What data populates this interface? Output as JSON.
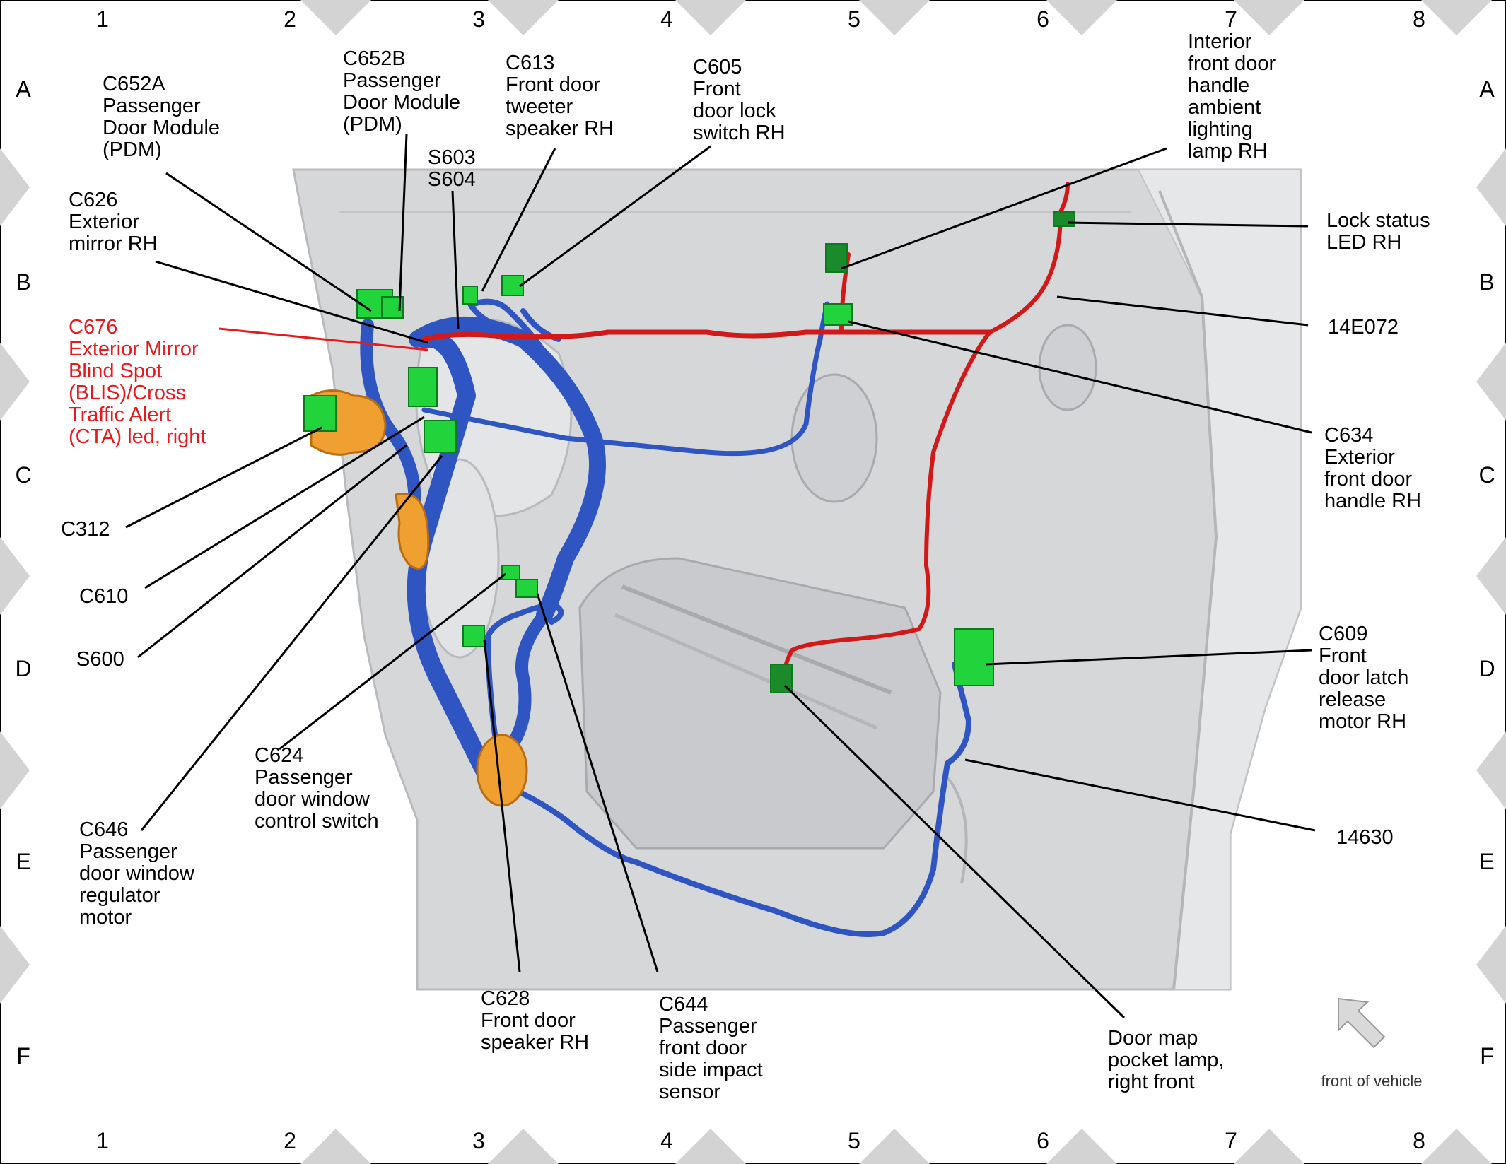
{
  "grid": {
    "columns": [
      "1",
      "2",
      "3",
      "4",
      "5",
      "6",
      "7",
      "8"
    ],
    "rows": [
      "A",
      "B",
      "C",
      "D",
      "E",
      "F"
    ]
  },
  "colors": {
    "harness_blue": "#2e55c2",
    "harness_red": "#d21818",
    "connector_green": "#22d43c",
    "connector_dark_green": "#1b8a2b",
    "orange_part": "#f0a030",
    "panel_gray": "#d6d7d9",
    "highlight_red": "#e8191e"
  },
  "labels": {
    "c652a": [
      "C652A",
      "Passenger",
      "Door Module",
      "(PDM)"
    ],
    "c652b": [
      "C652B",
      "Passenger",
      "Door Module",
      "(PDM)"
    ],
    "c613": [
      "C613",
      "Front door",
      "tweeter",
      "speaker RH"
    ],
    "c605": [
      "C605",
      "Front",
      "door lock",
      "switch RH"
    ],
    "interior_handle": [
      "Interior",
      "front door",
      "handle",
      "ambient",
      "lighting",
      "lamp RH"
    ],
    "s603_s604": [
      "S603",
      "S604"
    ],
    "c626": [
      "C626",
      "Exterior",
      "mirror RH"
    ],
    "lock_status": [
      "Lock status",
      "LED RH"
    ],
    "e14e072": [
      "14E072"
    ],
    "c676": [
      "C676",
      "Exterior Mirror",
      "Blind Spot",
      "(BLIS)/Cross",
      "Traffic Alert",
      "(CTA) led, right"
    ],
    "c634": [
      "C634",
      "Exterior",
      "front door",
      "handle RH"
    ],
    "c312": [
      "C312"
    ],
    "c610": [
      "C610"
    ],
    "s600": [
      "S600"
    ],
    "c609": [
      "C609",
      "Front",
      "door latch",
      "release",
      "motor RH"
    ],
    "c624": [
      "C624",
      "Passenger",
      "door window",
      "control switch"
    ],
    "c646": [
      "C646",
      "Passenger",
      "door window",
      "regulator",
      "motor"
    ],
    "e14630": [
      "14630"
    ],
    "c628": [
      "C628",
      "Front door",
      "speaker RH"
    ],
    "c644": [
      "C644",
      "Passenger",
      "front door",
      "side impact",
      "sensor"
    ],
    "map_lamp": [
      "Door map",
      "pocket lamp,",
      "right front"
    ]
  },
  "front_of_vehicle": "front of vehicle",
  "icons": {
    "direction_arrow": "arrow-up-left-icon"
  }
}
